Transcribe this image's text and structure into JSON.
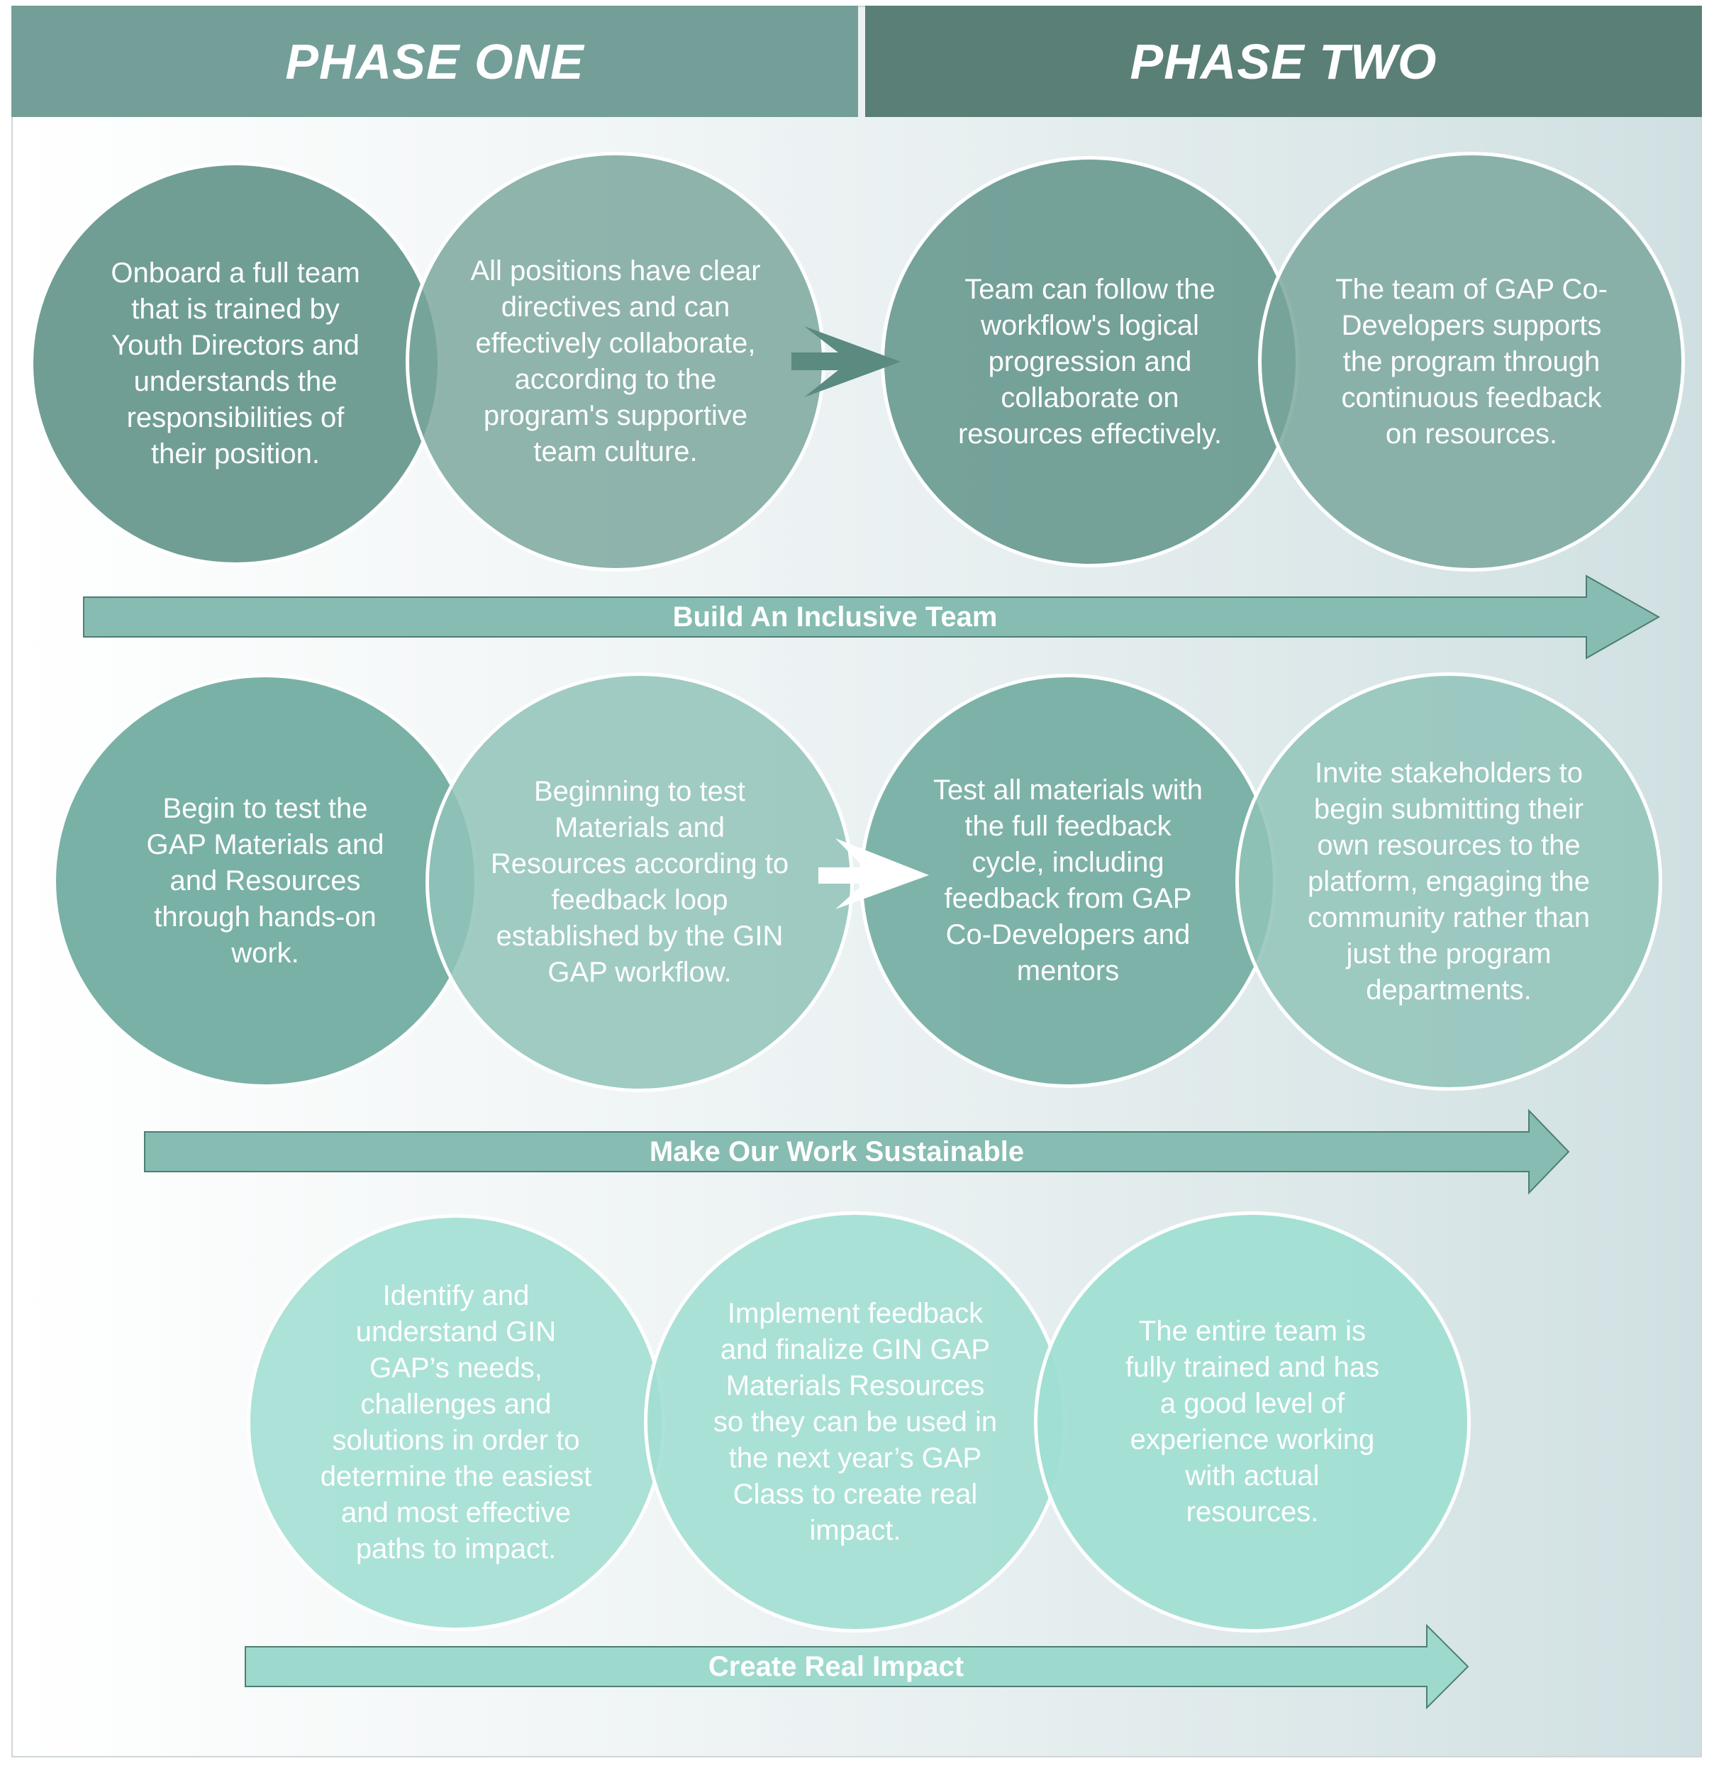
{
  "phases": {
    "one": "PHASE ONE",
    "two": "PHASE TWO"
  },
  "rows": [
    {
      "banner": "Build An Inclusive Team",
      "circles": [
        "Onboard a full team that is trained by Youth Directors and understands the responsibilities of their position.",
        "All positions have clear directives and can effectively collaborate, according to the program's supportive team culture.",
        "Team can follow the workflow's logical progression and collaborate on resources effectively.",
        "The team of GAP Co-Developers supports the program through continuous feedback on resources."
      ]
    },
    {
      "banner": "Make Our Work Sustainable",
      "circles": [
        "Begin to test the GAP Materials and and Resources through hands-on work.",
        "Beginning to test Materials and Resources according to feedback loop established by the GIN GAP workflow.",
        "Test all materials with the full feedback cycle, including feedback from GAP Co-Developers and mentors",
        "Invite stakeholders to begin submitting their own resources to the platform, engaging the community rather than just the program departments."
      ]
    },
    {
      "banner": "Create Real Impact",
      "circles": [
        "Identify and understand GIN GAP’s needs, challenges and solutions in order to determine the easiest and most effective paths to impact.",
        "Implement feedback and finalize GIN GAP Materials Resources so they can be used in the next year’s GAP Class to create real impact.",
        "The entire team is fully trained and has a good level of experience working with actual resources."
      ]
    }
  ],
  "colors": {
    "phase_one": "#739f98",
    "phase_two": "#5a7f76",
    "row1_arrow": "#86bcb1",
    "row2_arrow": "#86bcb1",
    "row3_arrow": "#9ed9cd",
    "row3_circle": "#a9e1d8"
  }
}
